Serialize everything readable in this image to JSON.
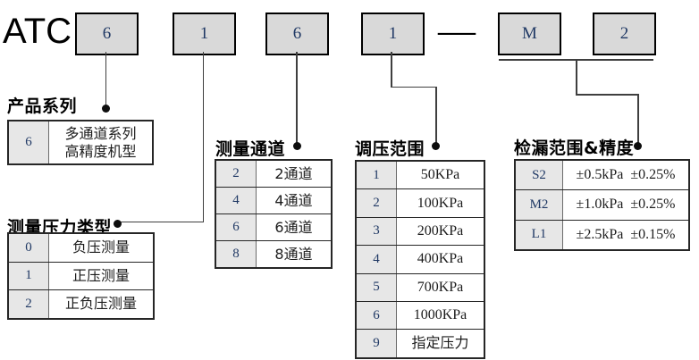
{
  "brand": "ATC",
  "model": {
    "segments": [
      "6",
      "1",
      "6",
      "1",
      "M",
      "2"
    ],
    "separator": "—"
  },
  "sections": {
    "series": {
      "title": "产品系列",
      "rows": [
        {
          "code": "6",
          "desc": "多通道系列\n高精度机型"
        }
      ]
    },
    "pressure_type": {
      "title": "测量压力类型",
      "rows": [
        {
          "code": "0",
          "desc": "负压测量"
        },
        {
          "code": "1",
          "desc": "正压测量"
        },
        {
          "code": "2",
          "desc": "正负压测量"
        }
      ]
    },
    "channels": {
      "title": "测量通道",
      "rows": [
        {
          "code": "2",
          "desc": "2通道"
        },
        {
          "code": "4",
          "desc": "4通道"
        },
        {
          "code": "6",
          "desc": "6通道"
        },
        {
          "code": "8",
          "desc": "8通道"
        }
      ]
    },
    "regulation_range": {
      "title": "调压范围",
      "rows": [
        {
          "code": "1",
          "desc": "50KPa"
        },
        {
          "code": "2",
          "desc": "100KPa"
        },
        {
          "code": "3",
          "desc": "200KPa"
        },
        {
          "code": "4",
          "desc": "400KPa"
        },
        {
          "code": "5",
          "desc": "700KPa"
        },
        {
          "code": "6",
          "desc": "1000KPa"
        },
        {
          "code": "9",
          "desc": "指定压力"
        }
      ]
    },
    "leak_range": {
      "title": "检漏范围&精度",
      "rows": [
        {
          "code": "S2",
          "desc": "±0.5kPa  ±0.25%"
        },
        {
          "code": "M2",
          "desc": "±1.0kPa  ±0.25%"
        },
        {
          "code": "L1",
          "desc": "±2.5kPa  ±0.15%"
        }
      ]
    }
  },
  "colors": {
    "box_fill": "#d9d9d9",
    "code_cell_fill": "#e7e7e7",
    "digit": "#1f3864",
    "connector": "#3f3f3f"
  }
}
